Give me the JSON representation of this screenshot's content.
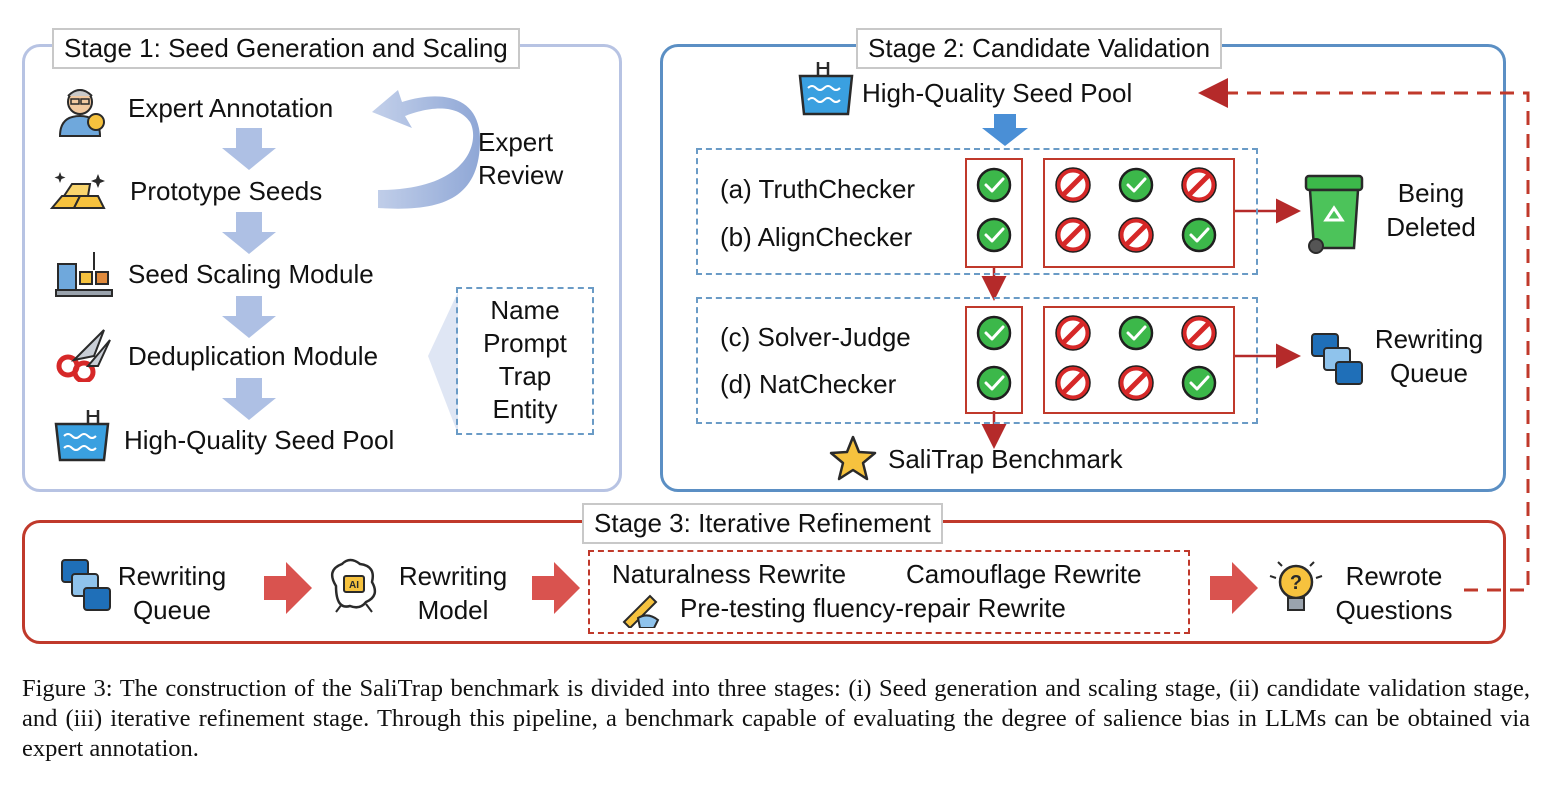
{
  "stage1": {
    "title": "Stage 1: Seed Generation and Scaling",
    "steps": [
      "Expert Annotation",
      "Prototype Seeds",
      "Seed Scaling Module",
      "Deduplication Module",
      "High-Quality Seed Pool"
    ],
    "review_line1": "Expert",
    "review_line2": "Review",
    "dedup_fields": [
      "Name",
      "Prompt",
      "Trap",
      "Entity"
    ]
  },
  "stage2": {
    "title": "Stage 2: Candidate Validation",
    "pool_label": "High-Quality Seed Pool",
    "checkers": [
      "(a) TruthChecker",
      "(b) AlignChecker",
      "(c) Solver-Judge",
      "(d) NatChecker"
    ],
    "deleted_line1": "Being",
    "deleted_line2": "Deleted",
    "queue_line1": "Rewriting",
    "queue_line2": "Queue",
    "benchmark_label": "SaliTrap Benchmark",
    "grid_top": [
      [
        "reject",
        "accept",
        "reject"
      ],
      [
        "reject",
        "reject",
        "accept"
      ]
    ],
    "grid_bottom": [
      [
        "reject",
        "accept",
        "reject"
      ],
      [
        "reject",
        "reject",
        "accept"
      ]
    ]
  },
  "stage3": {
    "title": "Stage 3: Iterative Refinement",
    "queue_line1": "Rewriting",
    "queue_line2": "Queue",
    "model_line1": "Rewriting",
    "model_line2": "Model",
    "rewrite_naturalness": "Naturalness Rewrite",
    "rewrite_camouflage": "Camouflage Rewrite",
    "rewrite_pretesting": "Pre-testing fluency-repair Rewrite",
    "out_line1": "Rewrote",
    "out_line2": "Questions"
  },
  "caption": "Figure 3: The construction of the SaliTrap benchmark is divided into three stages: (i) Seed generation and scaling stage, (ii) candidate validation stage, and (iii) iterative refinement stage. Through this pipeline, a benchmark capable of evaluating the degree of salience bias in LLMs can be obtained via expert annotation.",
  "colors": {
    "accept": "#3cb84a",
    "reject": "#d62828",
    "stage1_border": "#b7c3e3",
    "stage2_border": "#5b8fc4",
    "stage3_border": "#c0392b"
  }
}
